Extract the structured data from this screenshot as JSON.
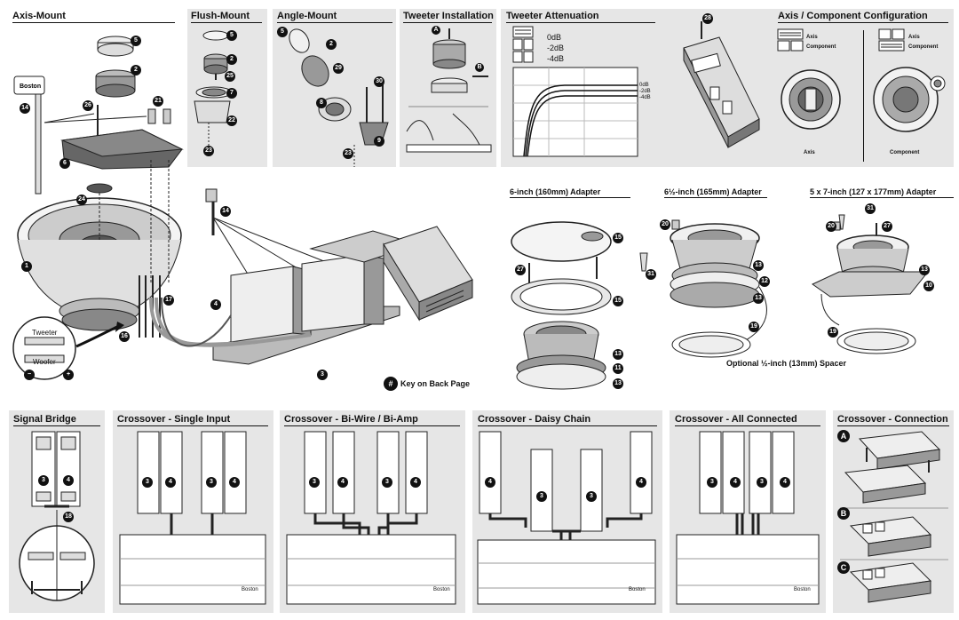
{
  "sections": {
    "axis_mount": "Axis-Mount",
    "flush_mount": "Flush-Mount",
    "angle_mount": "Angle-Mount",
    "tweeter_installation": "Tweeter Installation",
    "tweeter_attenuation": "Tweeter Attenuation",
    "axis_component_config": "Axis / Component Configuration",
    "adapter_6in": "6-inch (160mm) Adapter",
    "adapter_6half": "6½-inch (165mm) Adapter",
    "adapter_5x7": "5 x 7-inch (127 x 177mm) Adapter",
    "signal_bridge": "Signal Bridge",
    "xo_single": "Crossover -  Single Input",
    "xo_biwire": "Crossover - Bi-Wire / Bi-Amp",
    "xo_daisy": "Crossover - Daisy Chain",
    "xo_all": "Crossover - All Connected",
    "xo_connection": "Crossover - Connection"
  },
  "attenuation": {
    "levels": [
      "0dB",
      "-2dB",
      "-4dB"
    ],
    "graph_labels": [
      "0dB",
      "-2dB",
      "-4dB"
    ]
  },
  "config": {
    "axis_label": "Axis",
    "component_label": "Component",
    "legend_axis": "Axis",
    "legend_component": "Component",
    "legend_axis_2": "Axis",
    "legend_component_2": "Component"
  },
  "callouts": {
    "tweeter": "Tweeter",
    "woofer": "Woofer",
    "brand": "Boston",
    "key_note": "Key on Back Page",
    "key_symbol": "#",
    "spacer_note": "Optional ½-inch (13mm) Spacer"
  },
  "steps": {
    "a": "A",
    "b": "B",
    "c": "C"
  },
  "numbers": {
    "n1": "1",
    "n2": "2",
    "n3": "3",
    "n4": "4",
    "n5": "5",
    "n6": "6",
    "n7": "7",
    "n8": "8",
    "n9": "9",
    "n10": "10",
    "n11": "11",
    "n12": "12",
    "n13": "13",
    "n14": "14",
    "n15": "15",
    "n16": "16",
    "n17": "17",
    "n18": "18",
    "n19": "19",
    "n20": "20",
    "n21": "21",
    "n22": "22",
    "n23": "23",
    "n24": "24",
    "n25": "25",
    "n26": "26",
    "n27": "27",
    "n28": "28",
    "n29": "29",
    "n30": "30",
    "n31": "31"
  }
}
